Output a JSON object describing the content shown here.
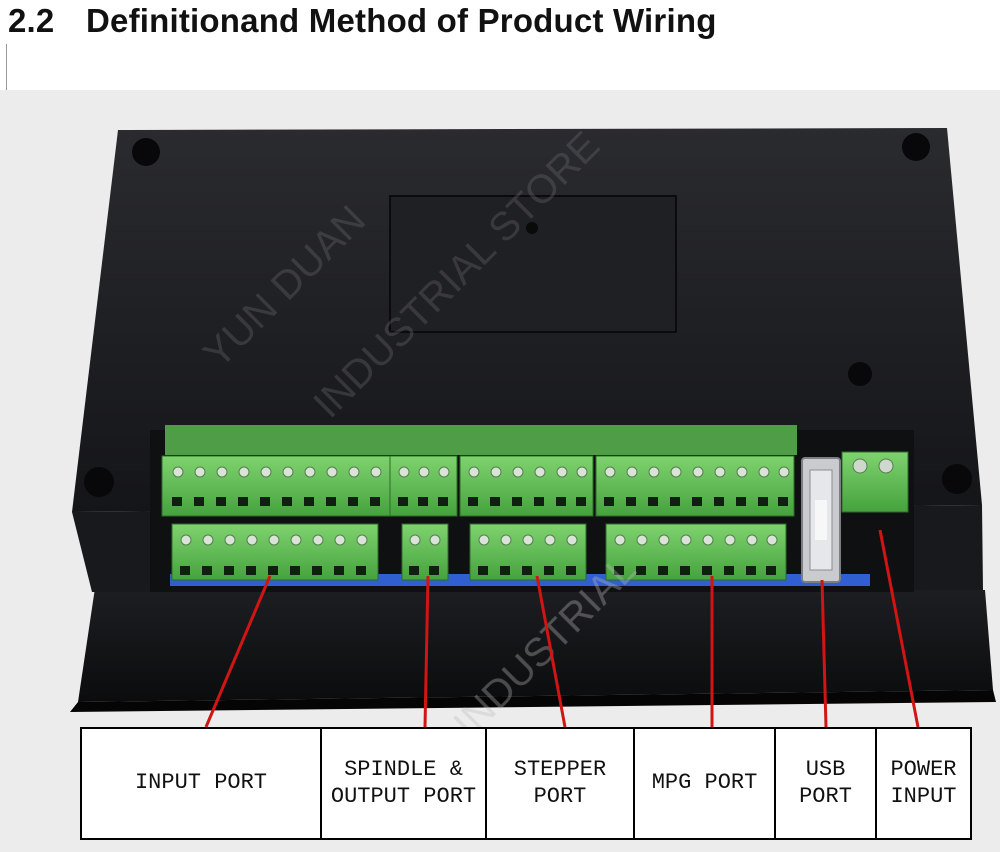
{
  "section": {
    "number": "2.2",
    "title": "Definitionand Method of Product Wiring"
  },
  "photo": {
    "subject": "controller-rear-terminal-panel",
    "watermark": [
      "YUN DUAN",
      "INDUSTRIAL STORE"
    ],
    "colors": {
      "housing": "#1b1c1f",
      "terminal": "#5fbf58",
      "pointer": "#d11414"
    }
  },
  "port_labels": [
    {
      "id": "input-port",
      "text": "INPUT PORT"
    },
    {
      "id": "spindle-output-port",
      "text": "SPINDLE &\nOUTPUT PORT"
    },
    {
      "id": "stepper-port",
      "text": "STEPPER\nPORT"
    },
    {
      "id": "mpg-port",
      "text": "MPG PORT"
    },
    {
      "id": "usb-port",
      "text": "USB\nPORT"
    },
    {
      "id": "power-input",
      "text": "POWER\nINPUT"
    }
  ]
}
